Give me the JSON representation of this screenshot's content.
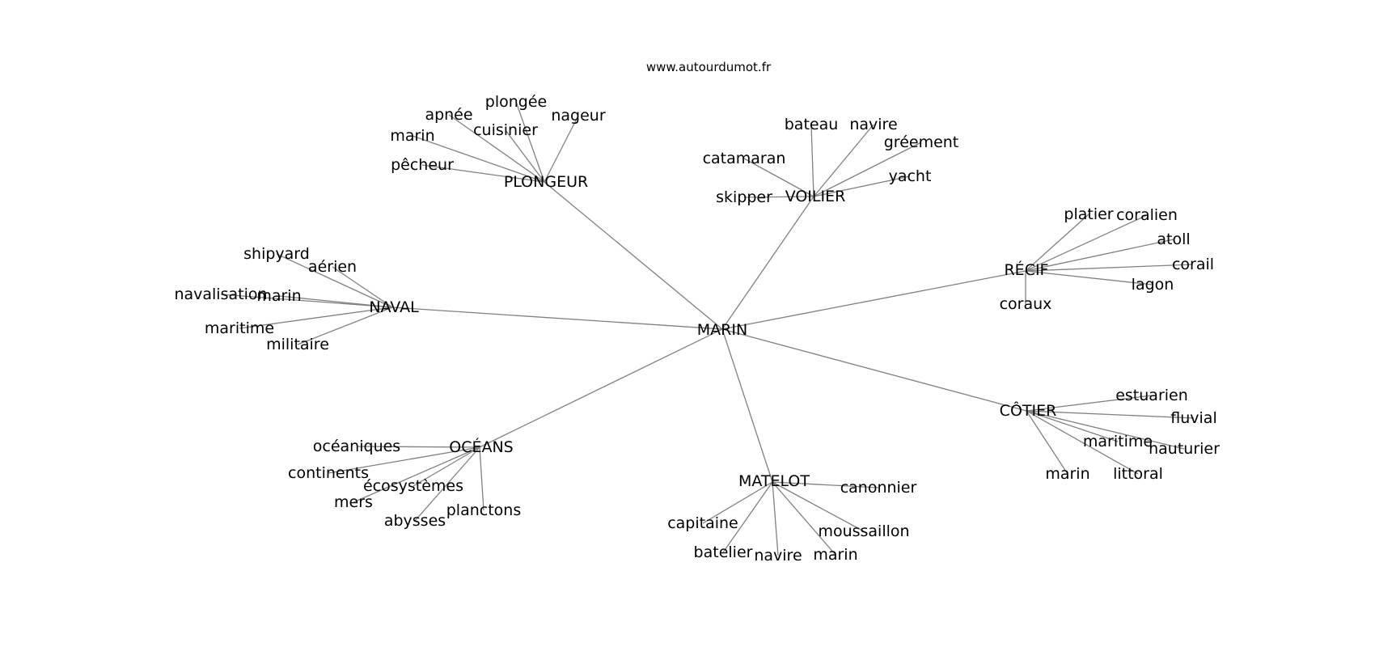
{
  "site": "www.autourdumot.fr",
  "edge_color": "#808080",
  "text_color": "#000000",
  "center": "MARIN",
  "clusters": [
    {
      "hub": "PLONGEUR",
      "words": [
        "plongée",
        "apnée",
        "nageur",
        "cuisinier",
        "marin",
        "pêcheur"
      ]
    },
    {
      "hub": "VOILIER",
      "words": [
        "bateau",
        "navire",
        "gréement",
        "catamaran",
        "yacht",
        "skipper"
      ]
    },
    {
      "hub": "RÉCIF",
      "words": [
        "platier",
        "coralien",
        "atoll",
        "corail",
        "lagon",
        "coraux"
      ]
    },
    {
      "hub": "NAVAL",
      "words": [
        "shipyard",
        "aérien",
        "navalisation",
        "marin",
        "maritime",
        "militaire"
      ]
    },
    {
      "hub": "CÔTIER",
      "words": [
        "estuarien",
        "fluvial",
        "maritime",
        "hauturier",
        "marin",
        "littoral"
      ]
    },
    {
      "hub": "OCÉANS",
      "words": [
        "océaniques",
        "continents",
        "écosystèmes",
        "mers",
        "planctons",
        "abysses"
      ]
    },
    {
      "hub": "MATELOT",
      "words": [
        "canonnier",
        "capitaine",
        "moussaillon",
        "batelier",
        "navire",
        "marin"
      ]
    }
  ]
}
